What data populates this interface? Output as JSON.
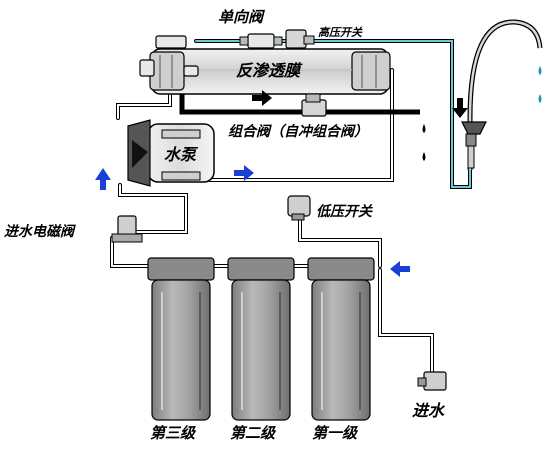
{
  "labels": {
    "check_valve": "单向阀",
    "high_pressure_switch": "高压开关",
    "ro_membrane": "反渗透膜",
    "combo_valve": "组合阀（自冲组合阀）",
    "pump": "水泵",
    "low_pressure_switch": "低压开关",
    "inlet_solenoid": "进水电磁阀",
    "stage3": "第三级",
    "stage2": "第二级",
    "stage1": "第一级",
    "water_inlet": "进水"
  },
  "colors": {
    "water_line": "#6ec6d8",
    "arrow_blue": "#1a3fd6",
    "arrow_black": "#000000",
    "faucet_drop": "#1e8fc8",
    "filter_body": "#9a9a9a",
    "filter_cap": "#8a8a8a",
    "membrane_housing": "#dcdcdc"
  },
  "icons": [
    "right-arrow-black",
    "down-arrow-black",
    "up-arrow-blue",
    "right-arrow-blue",
    "left-arrow-blue",
    "water-drop"
  ]
}
